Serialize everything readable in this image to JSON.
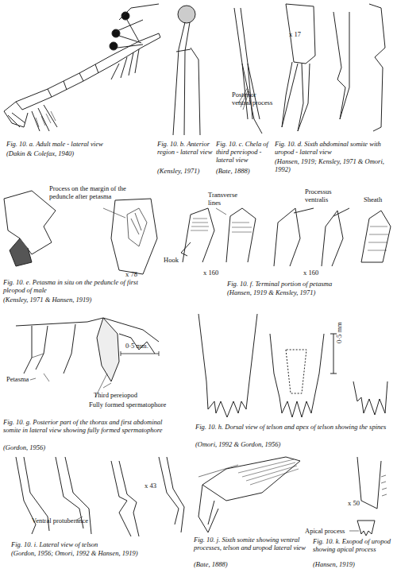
{
  "diagram": {
    "labels": [
      "Fig. 10. a. Adult male - lateral view",
      "(Dakin & Colefax, 1940)",
      "Fig. 10. b. Anterior region - lateral view",
      "(Kensley, 1971)",
      "Posterior ventral process",
      "Fig. 10. c. Chela of third pereiopod - lateral view",
      "(Bate, 1888)",
      "x 17",
      "Fig. 10. d. Sixth abdominal somite with uropod - lateral view",
      "(Hansen, 1919; Kensley, 1971 & Omori, 1992)",
      "Process on the margin of the peduncle after petasma",
      "x 78",
      "Fig. 10. e. Petasma in situ on the peduncle of first pleopod of male",
      "(Kensley, 1971 & Hansen, 1919)",
      "Transverse lines",
      "Hook",
      "x 160",
      "Processus ventralis",
      "x 160",
      "Sheath",
      "Fig. 10. f. Terminal portion of petasma",
      "(Hansen, 1919 & Kensley, 1971)",
      "0·5 mm.",
      "Petasma",
      "Third pereiopod",
      "Fully formed spermatophore",
      "Fig. 10. g. Posterior part of the thorax and first abdominal somite in lateral view showing fully formed spermatophore",
      "(Gordon, 1956)",
      "0·5 mm",
      "Fig. 10. h. Dorsal view of telson and apex of telson showing the spines",
      "(Omori, 1992 & Gordon, 1956)",
      "x 43",
      "Ventral protuberance",
      "Fig. 10. i. Lateral view of telson",
      "(Gordon, 1956; Omori, 1992 & Hansen, 1919)",
      "x 50",
      "Apical process",
      "Fig. 10. j. Sixth somite showing ventral processes, telson and uropod lateral view",
      "(Bate, 1888)",
      "Fig. 10. k. Exopod of uropod showing apical process",
      "(Hansen, 1919)"
    ]
  }
}
